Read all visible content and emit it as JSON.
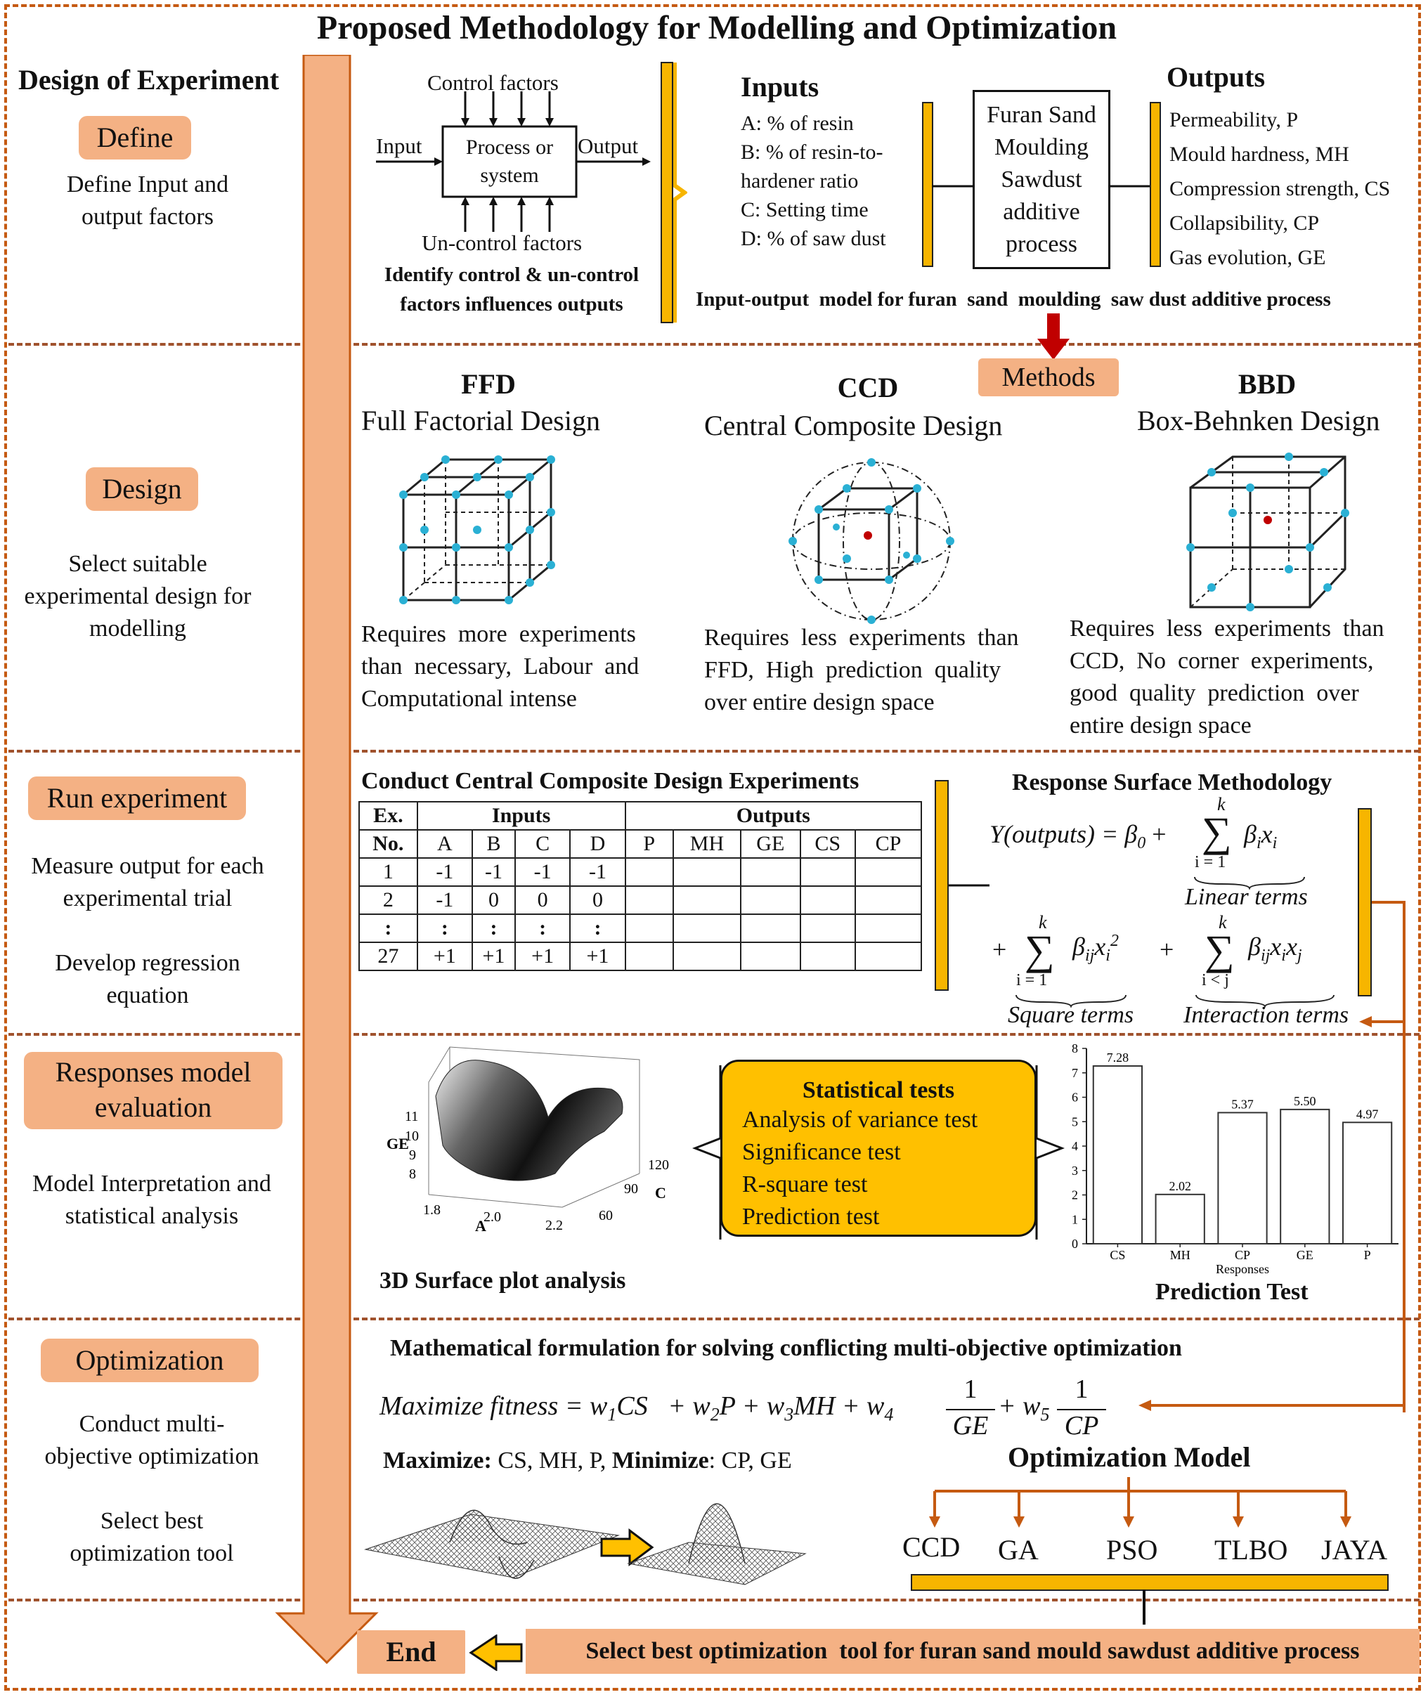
{
  "title": "Proposed Methodology for Modelling and Optimization",
  "left": {
    "header": "Design of Experiment",
    "stages": [
      {
        "pill": "Define",
        "desc": [
          "Define Input and",
          "output factors"
        ]
      },
      {
        "pill": "Design",
        "desc": [
          "Select suitable",
          "experimental design for",
          "modelling"
        ]
      },
      {
        "pill": "Run experiment",
        "desc": [
          "Measure output for each",
          "experimental trial",
          "",
          "Develop regression",
          "equation"
        ]
      },
      {
        "pill": "Responses model evaluation",
        "desc": [
          "Model Interpretation and",
          "statistical analysis"
        ]
      },
      {
        "pill": "Optimization",
        "desc": [
          "Conduct multi-",
          "objective optimization",
          "",
          "Select best",
          "optimization tool"
        ]
      }
    ]
  },
  "define": {
    "control_factors": "Control factors",
    "input": "Input",
    "output": "Output",
    "process": "Process or system",
    "uncontrol": "Un-control factors",
    "caption1": "Identify  control & un-control",
    "caption2": "factors influences  outputs",
    "inputs_title": "Inputs",
    "inputs": [
      "A: % of resin",
      "B: % of resin-to-",
      "hardener  ratio",
      "C: Setting time",
      "D: % of saw dust"
    ],
    "process_box": [
      "Furan Sand",
      "Moulding",
      "Sawdust",
      "additive",
      "process"
    ],
    "outputs_title": "Outputs",
    "outputs": [
      "Permeability,  P",
      "Mould hardness,  MH",
      "Compression strength,  CS",
      "Collapsibility,  CP",
      "Gas evolution,  GE"
    ],
    "model_caption": "Input-output  model for furan  sand  moulding  saw dust additive process"
  },
  "design": {
    "methods": "Methods",
    "ffd": {
      "abbr": "FFD",
      "name": "Full Factorial Design",
      "desc": [
        "Requires  more  experiments",
        "than  necessary,  Labour  and",
        "Computational intense"
      ]
    },
    "ccd": {
      "abbr": "CCD",
      "name": "Central Composite Design",
      "desc": [
        "Requires  less  experiments  than",
        "FFD,  High  prediction  quality",
        "over entire design space"
      ]
    },
    "bbd": {
      "abbr": "BBD",
      "name": "Box-Behnken Design",
      "desc": [
        "Requires  less  experiments  than",
        "CCD,  No  corner  experiments,",
        "good  quality  prediction  over",
        "entire design space"
      ]
    }
  },
  "run": {
    "table_title": "Conduct Central Composite Design Experiments",
    "ex_no": [
      "Ex.",
      "No."
    ],
    "inputs_hdr": "Inputs",
    "outputs_hdr": "Outputs",
    "cols": [
      "A",
      "B",
      "C",
      "D",
      "P",
      "MH",
      "GE",
      "CS",
      "CP"
    ],
    "rows": [
      [
        "1",
        "-1",
        "-1",
        "-1",
        "-1"
      ],
      [
        "2",
        "-1",
        "0",
        "0",
        "0"
      ],
      [
        ":",
        ":",
        ":",
        ":",
        ":"
      ],
      [
        "27",
        "+1",
        "+1",
        "+1",
        "+1"
      ]
    ],
    "rsm_title": "Response Surface Methodology",
    "eq_lhs": "Y(outputs) = β",
    "eq_sub0": "0",
    "plus": "+",
    "sum_k": "k",
    "sum_i1": "i = 1",
    "sum_ij": "i < j",
    "term_lin": "β",
    "term_lin_sub": "i",
    "x": "x",
    "linear": "Linear  terms",
    "square": "Square  terms",
    "interaction": "Interaction terms"
  },
  "evaluation": {
    "surface_caption": "3D Surface plot analysis",
    "z_label": "GE",
    "z_ticks": [
      "11",
      "10",
      "9",
      "8"
    ],
    "a_label": "A",
    "a_ticks": [
      "1.8",
      "2.0",
      "2.2"
    ],
    "c_label": "C",
    "c_ticks": [
      "120",
      "90",
      "60"
    ],
    "stat_title": "Statistical tests",
    "stat_items": [
      "Analysis of variance test",
      "Significance  test",
      "R-square test",
      "Prediction test"
    ],
    "chart_caption": "Prediction Test"
  },
  "chart_data": {
    "type": "bar",
    "categories": [
      "CS",
      "MH",
      "CP",
      "GE",
      "P"
    ],
    "values": [
      7.28,
      2.02,
      5.37,
      5.5,
      4.97
    ],
    "data_labels": [
      "7.28",
      "2.02",
      "5.37",
      "5.50",
      "4.97"
    ],
    "xlabel": "Responses",
    "ylabel": "",
    "ylim": [
      0,
      8
    ],
    "yticks": [
      "0",
      "1",
      "2",
      "3",
      "4",
      "5",
      "6",
      "7",
      "8"
    ],
    "title": "Prediction Test"
  },
  "optimization": {
    "formulation": "Mathematical formulation for solving conflicting multi-objective optimization",
    "maximize_label": "Maximize:",
    "maximize_items": "CS, MH, P,",
    "minimize_label": "Minimize",
    "minimize_items": ": CP, GE",
    "eq_maximize": "Maximize fitness",
    "model_title": "Optimization Model",
    "tools": [
      "CCD",
      "GA",
      "PSO",
      "TLBO",
      "JAYA"
    ]
  },
  "end": {
    "label": "End",
    "text": "Select best optimization  tool for furan sand mould sawdust additive process"
  },
  "colors": {
    "orange_pill": "#f4b184",
    "arrow_orange": "#c55a11",
    "yellow": "#f7b500",
    "dot_blue": "#2ab0d4",
    "red": "#c00000"
  }
}
